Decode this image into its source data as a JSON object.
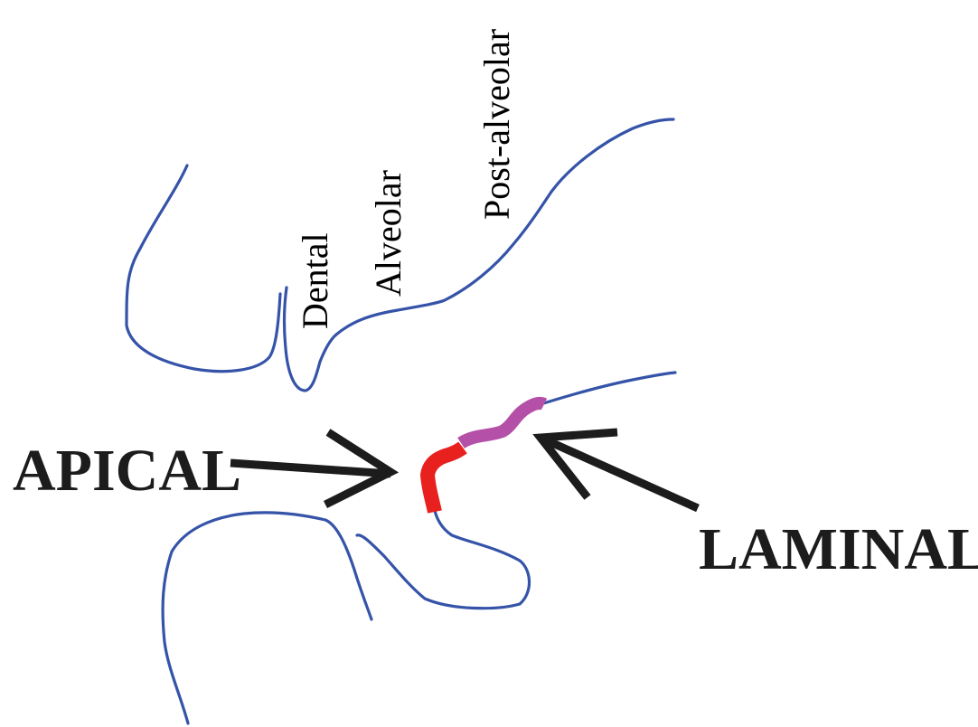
{
  "labels": {
    "dental": "Dental",
    "alveolar": "Alveolar",
    "post_alveolar": "Post-alveolar",
    "apical": "APICAL",
    "laminal": "LAMINAL"
  },
  "colors": {
    "outline": "#3553a8",
    "apical_region": "#e8201e",
    "laminal_region": "#b550a8",
    "arrow": "#1c1c1c",
    "text": "#000000"
  }
}
